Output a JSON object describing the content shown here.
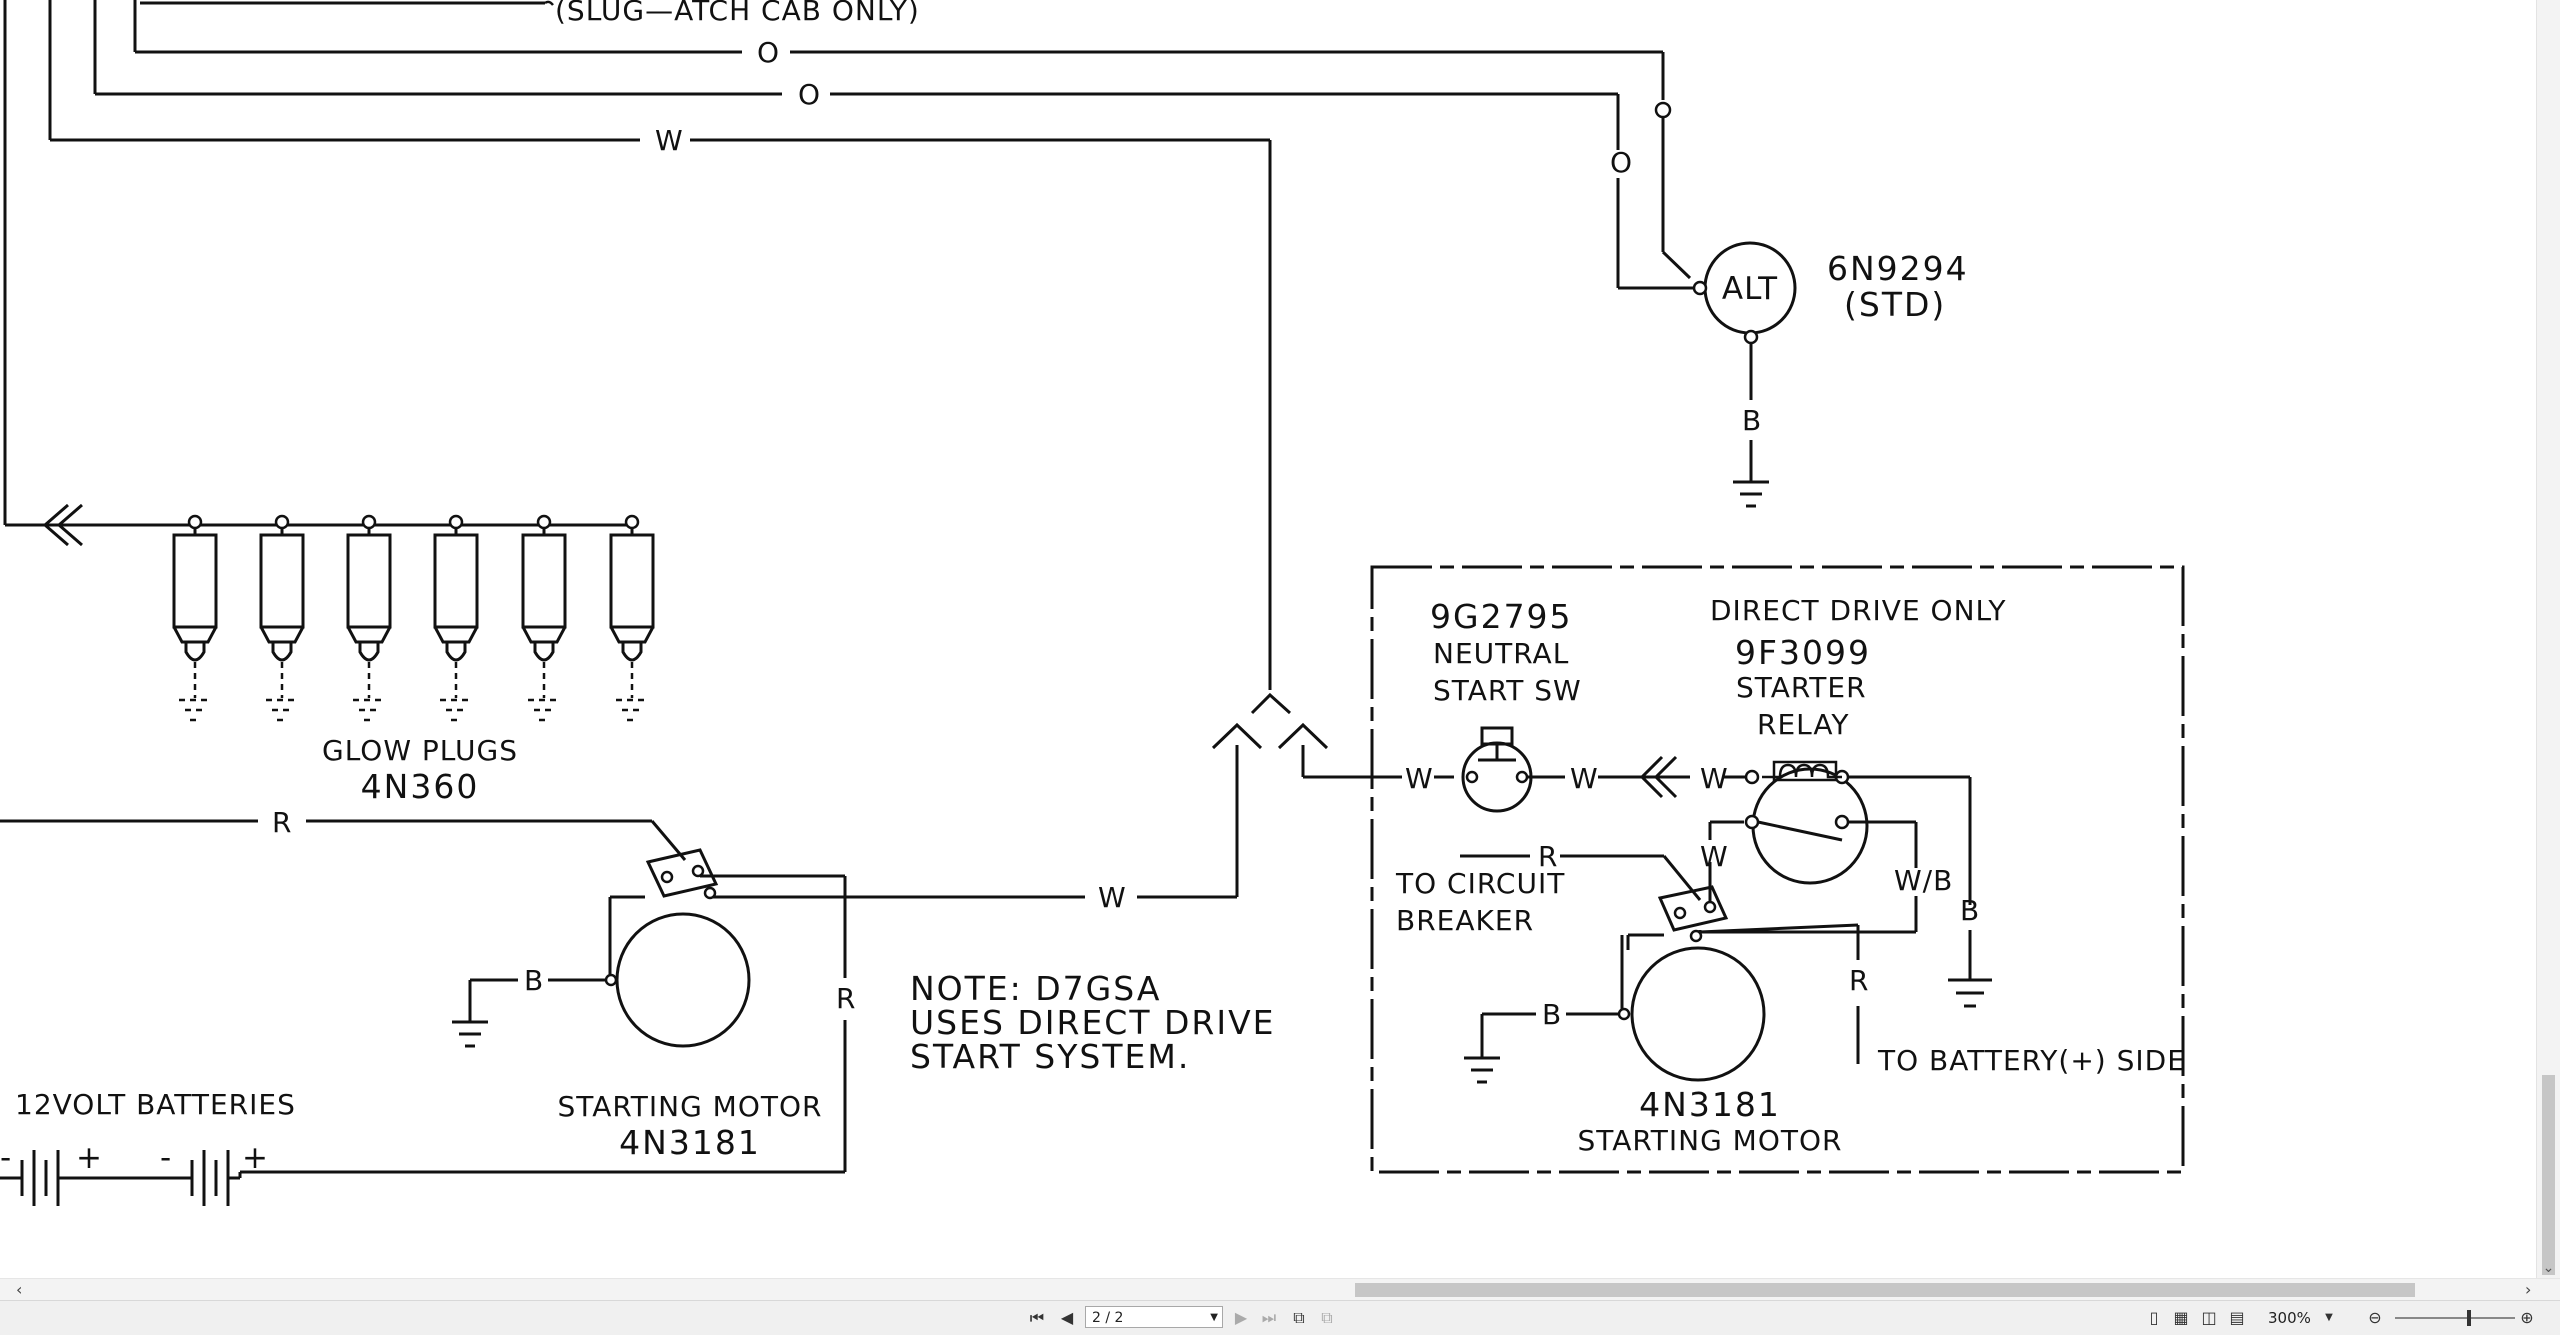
{
  "diagram": {
    "header_note": "(SLUG—ATCH CAB ONLY)",
    "alternator": {
      "symbol": "ALT",
      "part": "6N9294",
      "variant": "(STD)"
    },
    "glow_plugs": {
      "label": "GLOW PLUGS",
      "part": "4N360"
    },
    "main_starter": {
      "label": "STARTING MOTOR",
      "part": "4N3181"
    },
    "batteries": {
      "label": "12VOLT  BATTERIES",
      "plus": "+",
      "minus": "-"
    },
    "note": [
      "NOTE:  D7GSA",
      "USES DIRECT DRIVE",
      "START SYSTEM."
    ],
    "direct_drive": {
      "title": "DIRECT DRIVE  ONLY",
      "neutral_switch": {
        "part": "9G2795",
        "line1": "NEUTRAL",
        "line2": "START SW"
      },
      "relay": {
        "part": "9F3099",
        "line1": "STARTER",
        "line2": "RELAY"
      },
      "breaker_label": [
        "TO CIRCUIT",
        "BREAKER"
      ],
      "battery_label": "TO BATTERY(+) SIDE",
      "starter": {
        "part": "4N3181",
        "label": "STARTING MOTOR"
      }
    },
    "wire_codes": {
      "orange": "O",
      "white": "W",
      "red": "R",
      "black": "B",
      "white_black": "W/B"
    }
  },
  "toolbar": {
    "page_value": "2 / 2",
    "zoom_value": "300%",
    "first_page_icon": "first-page-icon",
    "prev_page_icon": "prev-page-icon",
    "next_page_icon": "next-page-icon",
    "last_page_icon": "last-page-icon"
  },
  "colors": {
    "accent": "#f39c12",
    "ink": "#111111",
    "chrome": "#f0f0f0"
  }
}
